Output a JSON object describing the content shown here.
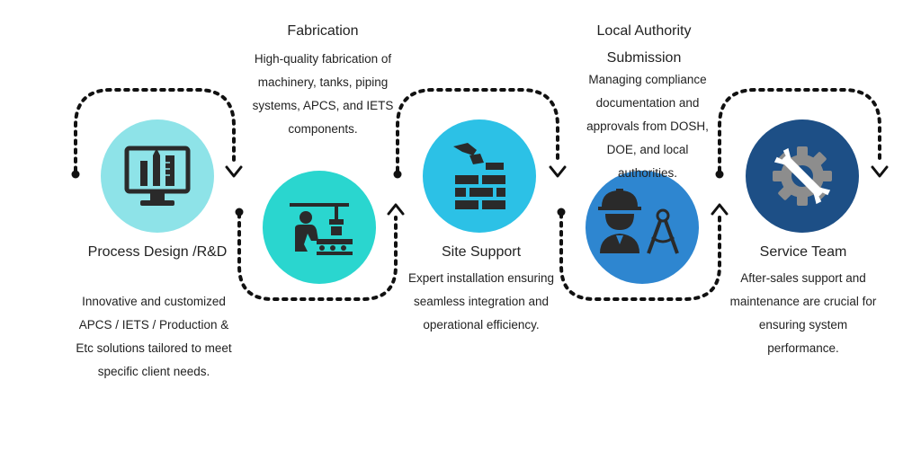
{
  "colors": {
    "step1": "#8ee3e8",
    "step2": "#2ad6cf",
    "step3": "#2cc1e6",
    "step4": "#2e86d0",
    "step5": "#1d4f86",
    "icon_dark": "#2a2a2a",
    "connector": "#111111"
  },
  "steps": [
    {
      "title": "Process Design /R&D",
      "description": "Innovative and customized APCS / IETS / Production & Etc solutions tailored to meet specific client needs.",
      "icon": "computer-design-icon"
    },
    {
      "title": "Fabrication",
      "description": "High-quality fabrication of machinery, tanks, piping systems, APCS, and IETS components.",
      "icon": "factory-worker-icon"
    },
    {
      "title": "Site Support",
      "description": "Expert installation ensuring seamless integration and operational efficiency.",
      "icon": "brick-wall-icon"
    },
    {
      "title": "Local Authority Submission",
      "description": "Managing compliance documentation and approvals from DOSH, DOE, and local authorities.",
      "icon": "engineer-compass-icon"
    },
    {
      "title": "Service Team",
      "description": "After-sales support and maintenance are crucial for ensuring system performance.",
      "icon": "gear-wrench-icon"
    }
  ]
}
